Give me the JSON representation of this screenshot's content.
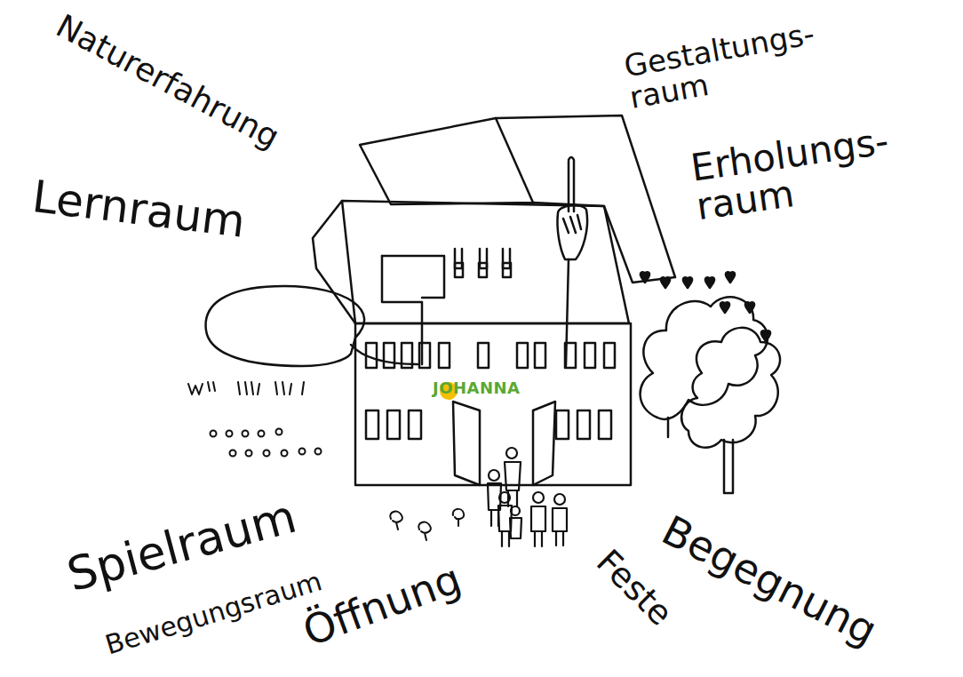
{
  "diagram": {
    "labels": [
      "Naturerfahrung",
      "Gestaltungs- raum",
      "Lernraum",
      "Erholungs- raum",
      "JOHANNA",
      "Spielraum",
      "Bewegungsraum",
      "Öffnung",
      "Feste",
      "Begegnung"
    ]
  }
}
